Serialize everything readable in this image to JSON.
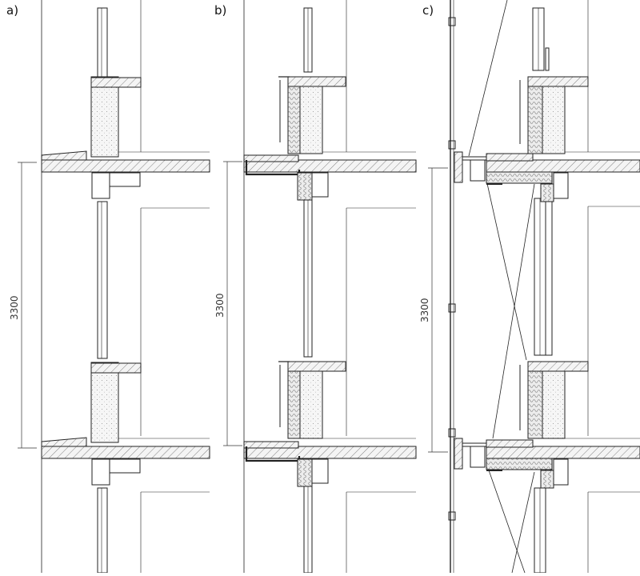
{
  "panels": [
    {
      "label": "a)"
    },
    {
      "label": "b)"
    },
    {
      "label": "c)"
    }
  ],
  "dimension": {
    "value": "3300"
  },
  "colors": {
    "line": "#222222",
    "concrete": "#f4f4f4",
    "hatch": "#555555",
    "insulation": "#e8e8e8"
  }
}
